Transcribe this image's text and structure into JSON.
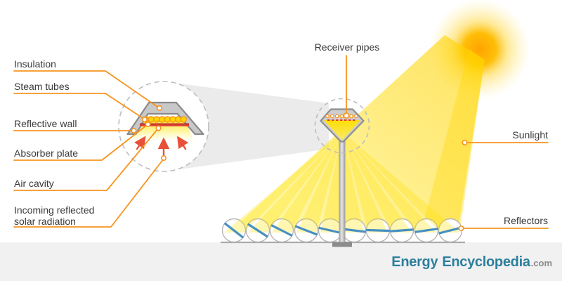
{
  "labels": {
    "insulation": "Insulation",
    "steam_tubes": "Steam tubes",
    "reflective_wall": "Reflective wall",
    "absorber_plate": "Absorber plate",
    "air_cavity": "Air cavity",
    "incoming_reflected_line1": "Incoming reflected",
    "incoming_reflected_line2": "solar radiation",
    "receiver_pipes": "Receiver pipes",
    "sunlight": "Sunlight",
    "reflectors": "Reflectors"
  },
  "branding": {
    "word1": "Energy",
    "word2": "Encyclopedia",
    "tld": ".com"
  },
  "colors": {
    "leader_orange": "#F7941E",
    "mirror_blue": "#4690C2",
    "beam_yellow": "#FFE100",
    "sun_orange": "#FFA300",
    "tube_yellow": "#FFD600",
    "absorber_red": "#C62828",
    "arrow_red": "#E8503A",
    "brand_teal": "#2C7F9D",
    "ground_gray": "#F1F1F1"
  }
}
